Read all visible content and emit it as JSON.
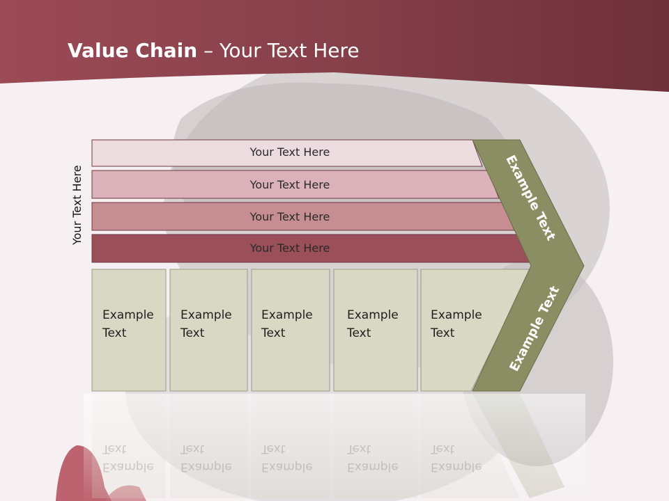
{
  "slide": {
    "title_bold": "Value Chain",
    "title_rest": " – Your Text Here",
    "side_label": "Your Text Here"
  },
  "support_bars": [
    {
      "label": "Your Text Here",
      "color": "#ecdbdf"
    },
    {
      "label": "Your Text Here",
      "color": "#dbb2b9"
    },
    {
      "label": "Your Text Here",
      "color": "#c68d93"
    },
    {
      "label": "Your Text Here",
      "color": "#9a4f59"
    }
  ],
  "primary_boxes": [
    {
      "line1": "Example",
      "line2": "Text"
    },
    {
      "line1": "Example",
      "line2": "Text"
    },
    {
      "line1": "Example",
      "line2": "Text"
    },
    {
      "line1": "Example",
      "line2": "Text"
    },
    {
      "line1": "Example",
      "line2": "Text"
    }
  ],
  "margin_chevron": {
    "upper_label": "Example Text",
    "lower_label": "Example Text",
    "color": "#8b8d62"
  },
  "colors": {
    "header": "#8a3f4a",
    "box_fill": "#d8d8c4",
    "background": "#f6f0f2"
  }
}
